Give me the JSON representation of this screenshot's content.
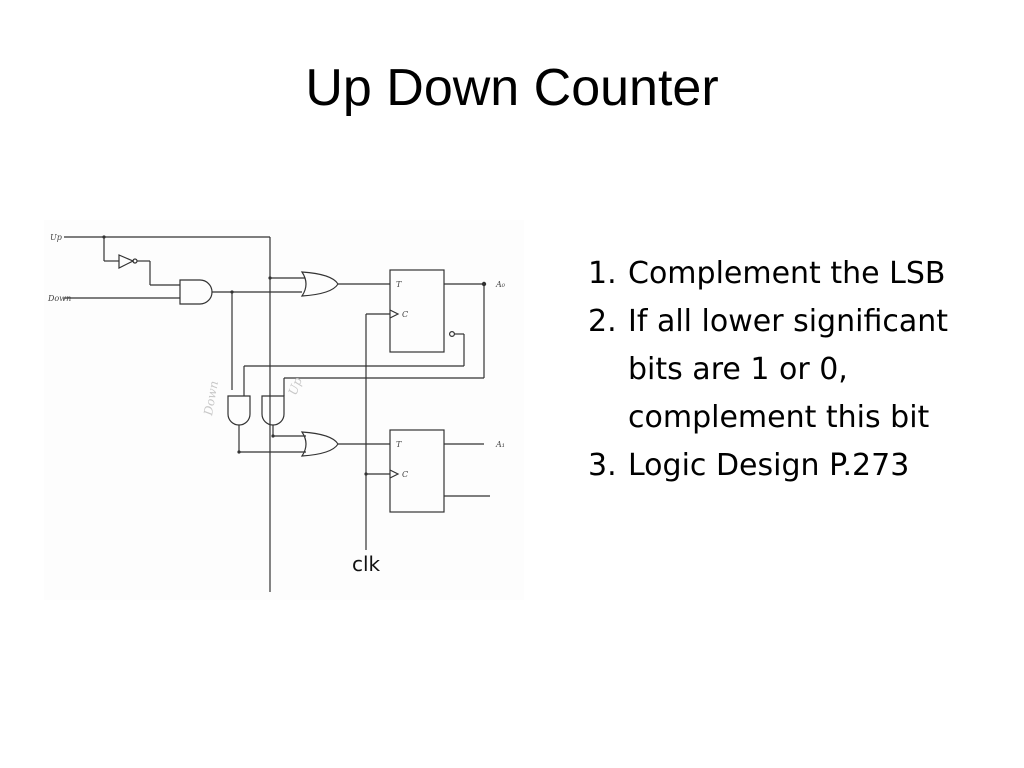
{
  "slide": {
    "title": "Up Down Counter"
  },
  "circuit": {
    "inputs": [
      "Up",
      "Down"
    ],
    "outputs": [
      "A₀",
      "A₁"
    ],
    "flipflop_pins": {
      "t": "T",
      "c": "C"
    },
    "clock_label": "clk",
    "faint_annotations": [
      "Down",
      "Up"
    ]
  },
  "steps": [
    {
      "num": "1.",
      "text": "Complement the LSB"
    },
    {
      "num": "2.",
      "text": "If all lower significant bits are 1 or 0, complement this bit"
    },
    {
      "num": "3.",
      "text": "Logic Design P.273"
    }
  ]
}
